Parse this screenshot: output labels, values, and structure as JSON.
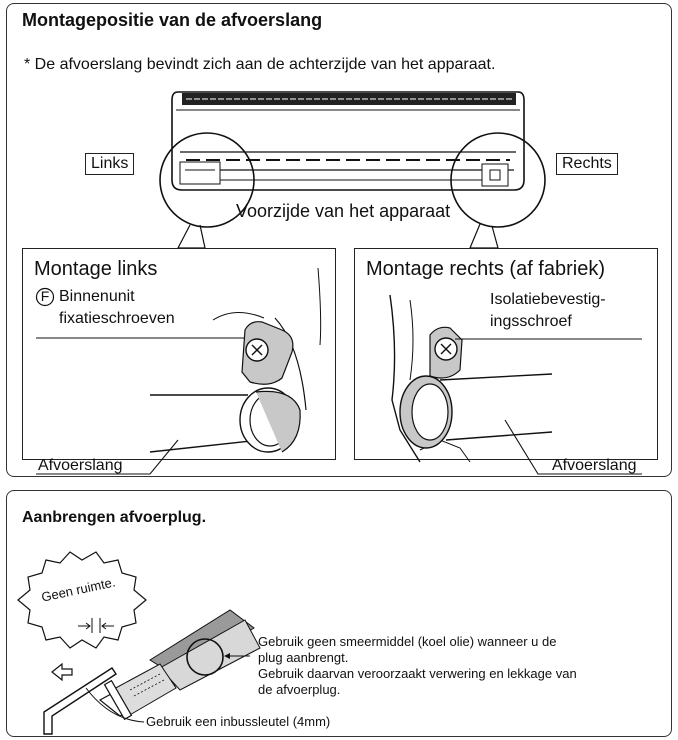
{
  "section1": {
    "title": "Montagepositie van de afvoerslang",
    "note": "* De afvoerslang bevindt zich aan de achterzijde van het apparaat.",
    "label_left": "Links",
    "label_right": "Rechts",
    "front_label": "Voorzijde van het apparaat",
    "panel_left": {
      "title": "Montage links",
      "marker": "F",
      "screw_label_line1": "Binnenunit",
      "screw_label_line2": "fixatieschroeven",
      "hose_label": "Afvoerslang"
    },
    "panel_right": {
      "title": "Montage rechts (af fabriek)",
      "screw_label_line1": "Isolatiebevestig-",
      "screw_label_line2": "ingsschroef",
      "hose_label": "Afvoerslang"
    }
  },
  "section2": {
    "title": "Aanbrengen afvoerplug.",
    "bubble_text": "Geen ruimte.",
    "warning_line1": "Gebruik geen smeermiddel (koel olie) wanneer u de",
    "warning_line2": "plug aanbrengt.",
    "warning_line3": "Gebruik daarvan veroorzaakt verwering en lekkage van",
    "warning_line4": "de afvoerplug.",
    "key_label": "Gebruik een inbussleutel (4mm)"
  }
}
